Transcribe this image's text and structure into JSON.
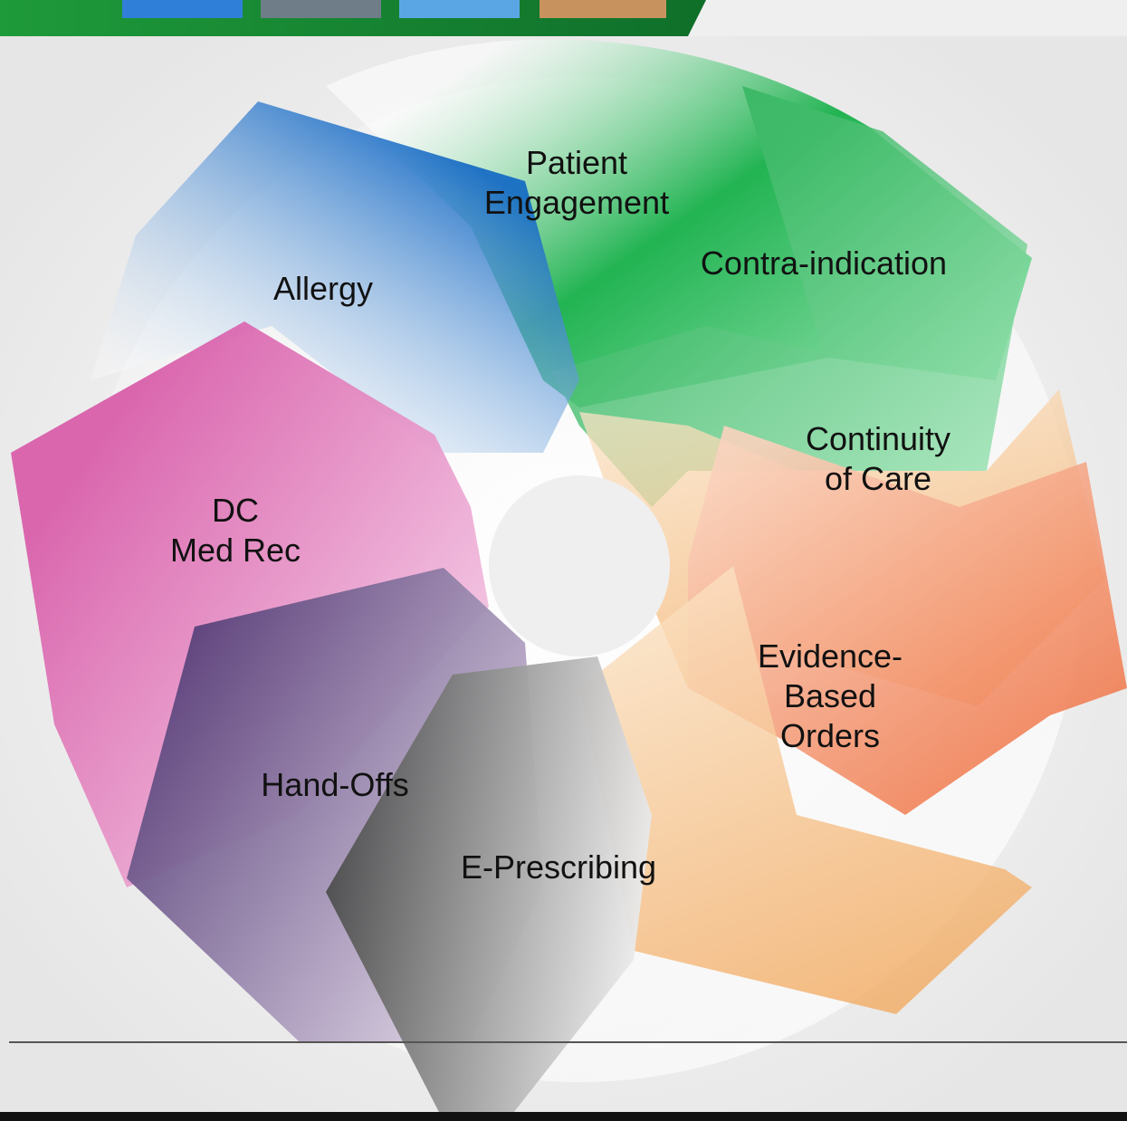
{
  "header": {
    "banner_color": "#1f8a3c",
    "thumbnails": [
      "city-photo-icon",
      "building-photo-icon",
      "sky-photo-icon",
      "person-photo-icon"
    ]
  },
  "diagram": {
    "segments": [
      {
        "id": "patient-engagement",
        "lines": [
          "Patient",
          "Engagement"
        ],
        "color": "#22b24c"
      },
      {
        "id": "contra-indication",
        "lines": [
          "Contra-indication"
        ],
        "color": "#1fae55"
      },
      {
        "id": "continuity-of-care",
        "lines": [
          "Continuity",
          "of Care"
        ],
        "color": "#f2c28a"
      },
      {
        "id": "evidence-based-orders",
        "lines": [
          "Evidence-",
          "Based",
          "Orders"
        ],
        "color": "#f08055"
      },
      {
        "id": "e-prescribing",
        "lines": [
          "E-Prescribing"
        ],
        "color": "#555555"
      },
      {
        "id": "hand-offs",
        "lines": [
          "Hand-Offs"
        ],
        "color": "#5a3f79"
      },
      {
        "id": "dc-med-rec",
        "lines": [
          "DC",
          "Med Rec"
        ],
        "color": "#d860ac"
      },
      {
        "id": "allergy",
        "lines": [
          "Allergy"
        ],
        "color": "#1f6fc8"
      }
    ]
  }
}
